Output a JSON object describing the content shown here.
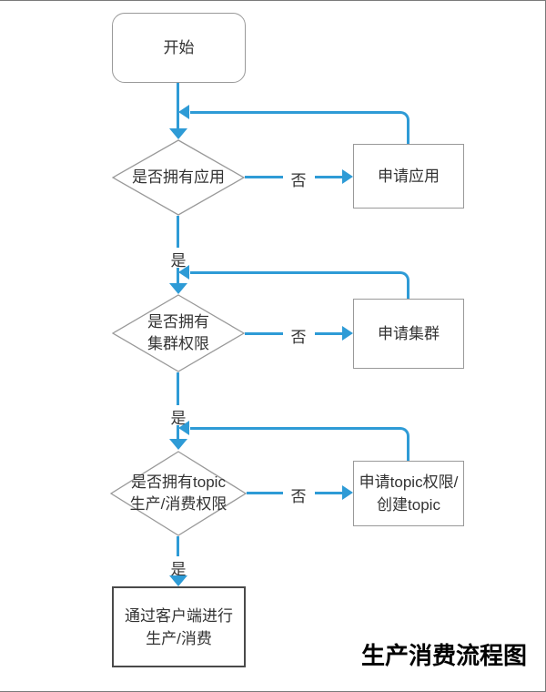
{
  "title": "生产消费流程图",
  "labels": {
    "yes": "是",
    "no": "否"
  },
  "nodes": {
    "start": "开始",
    "decision_app": "是否拥有应用",
    "decision_cluster_line1": "是否拥有",
    "decision_cluster_line2": "集群权限",
    "decision_topic_line1": "是否拥有topic",
    "decision_topic_line2": "生产/消费权限",
    "apply_app": "申请应用",
    "apply_cluster": "申请集群",
    "apply_topic_line1": "申请topic权限/",
    "apply_topic_line2": "创建topic",
    "final_line1": "通过客户端进行",
    "final_line2": "生产/消费"
  },
  "colors": {
    "connector": "#2E9BD6",
    "shape_border": "#999999",
    "final_shape_border": "#4A4A4A",
    "text": "#333333",
    "title_text": "#000000"
  }
}
